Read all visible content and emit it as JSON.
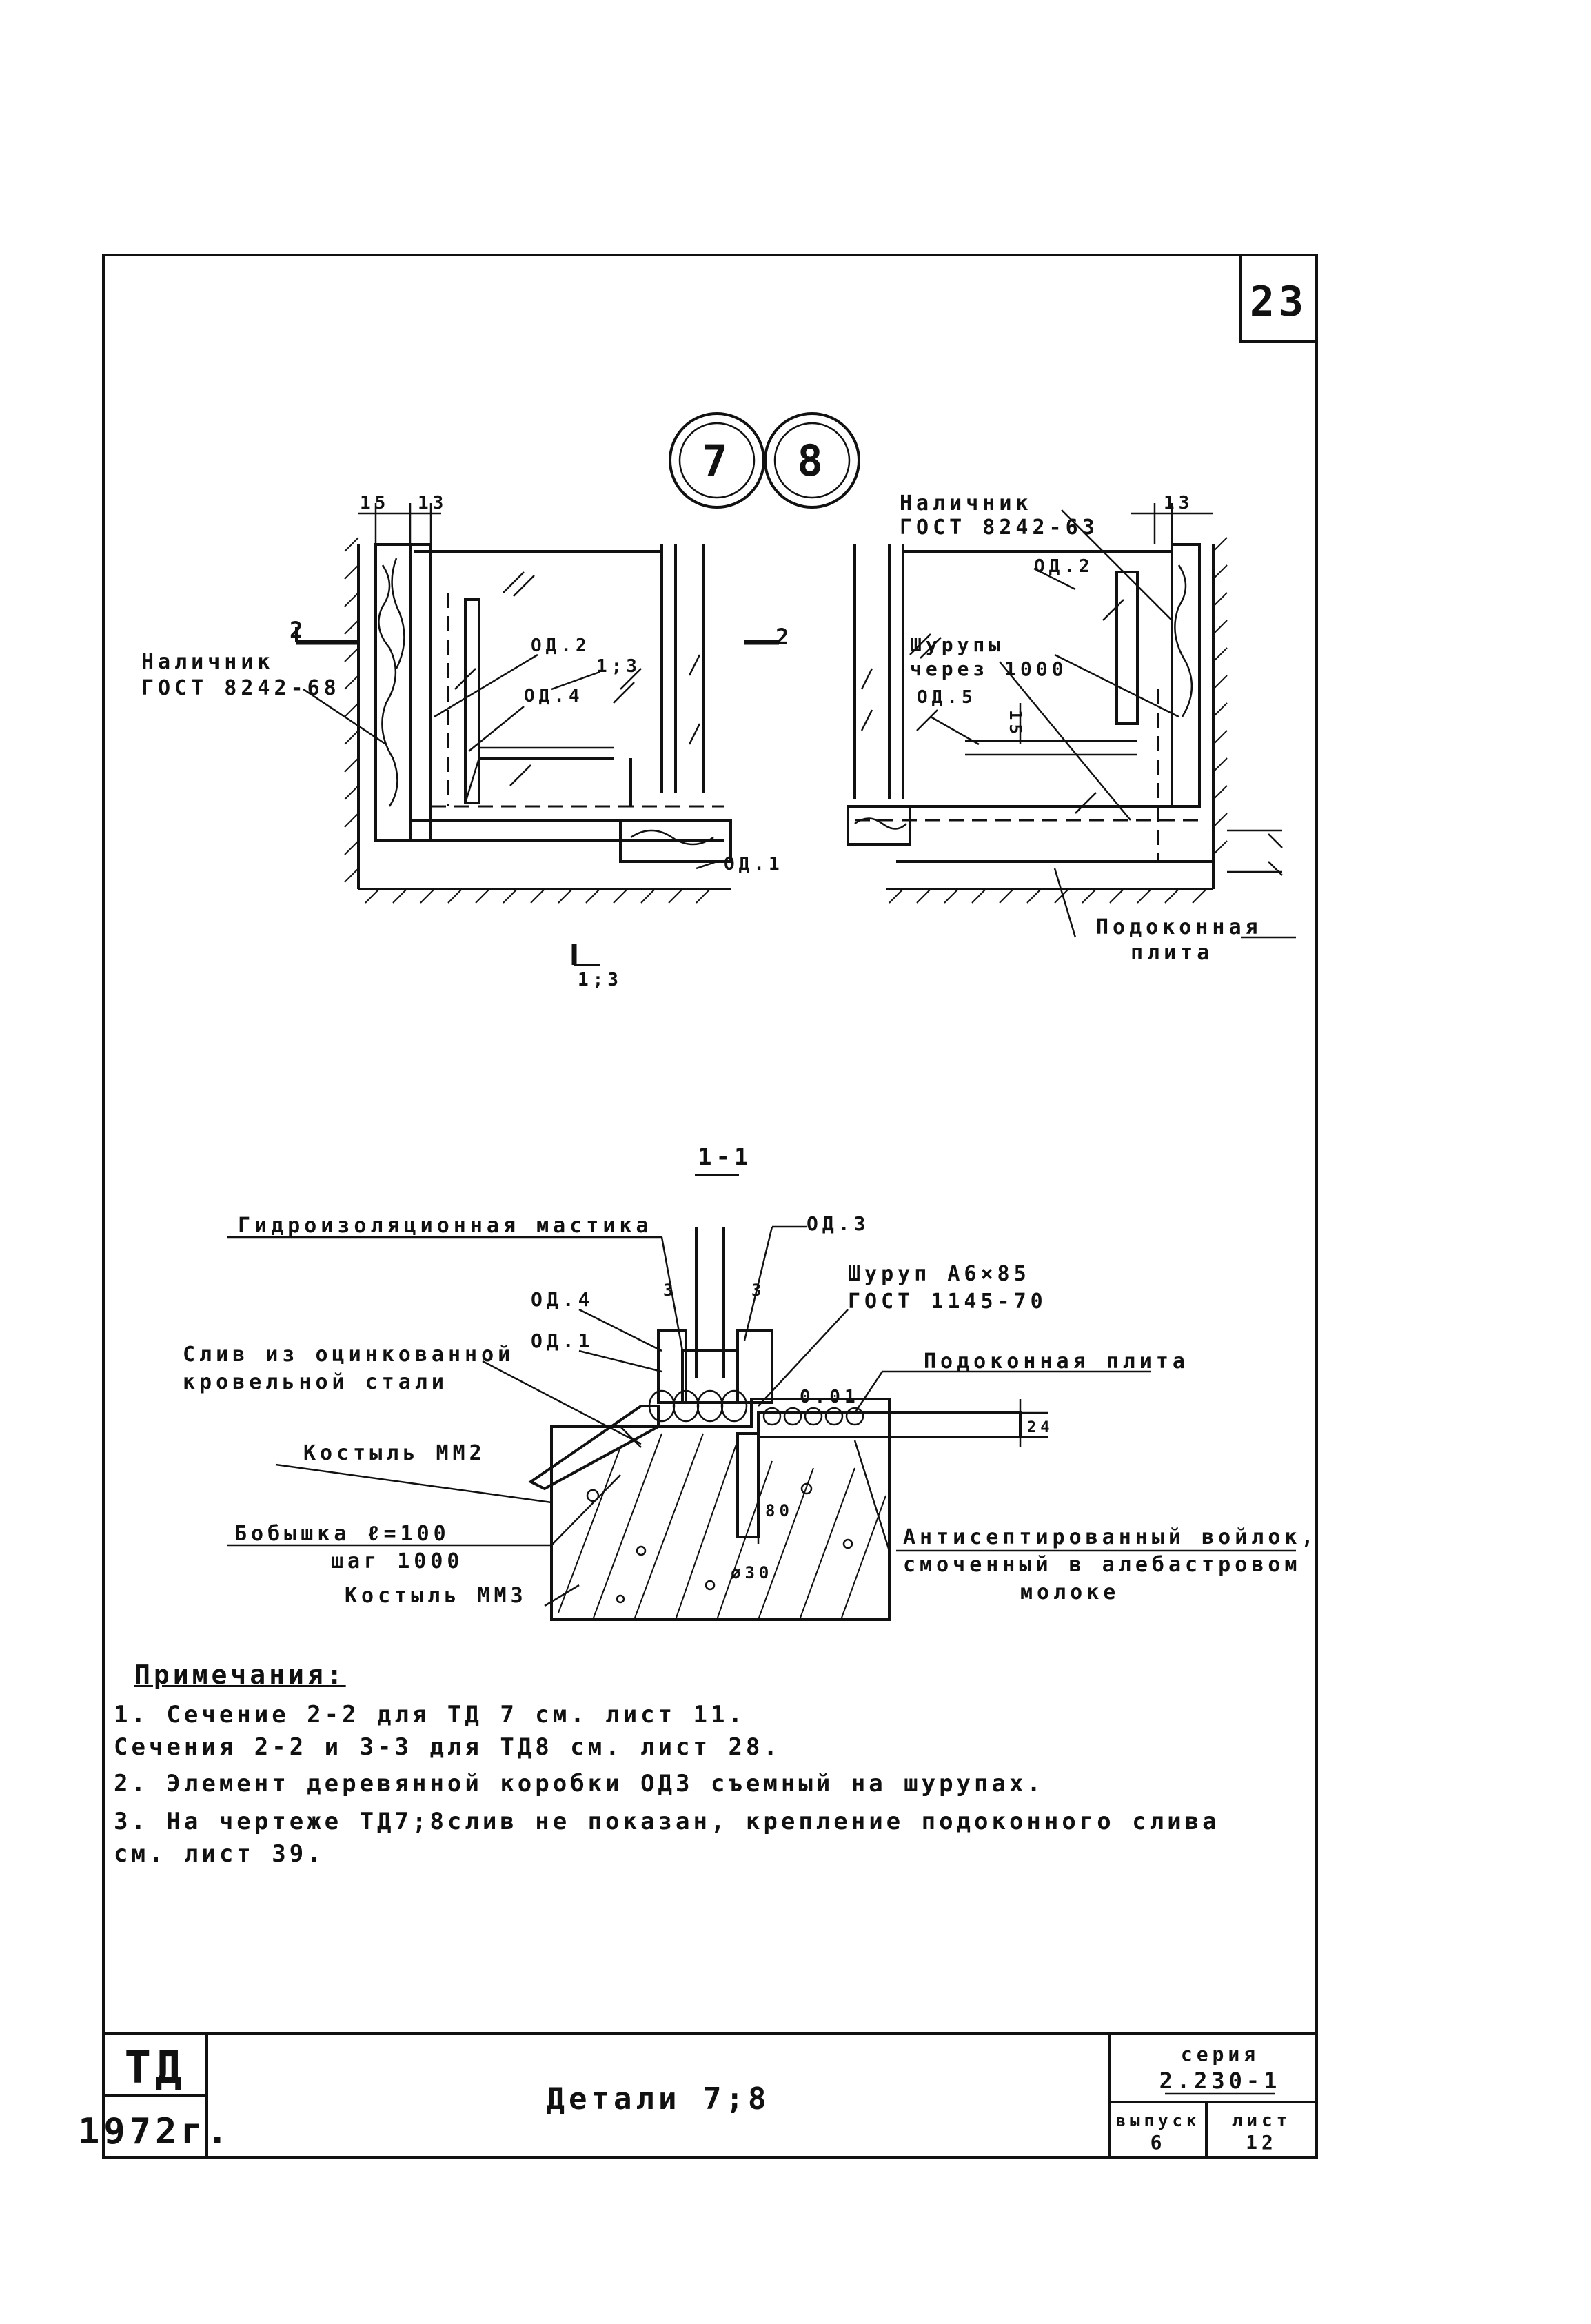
{
  "sheet": {
    "page_number": "23",
    "detail_markers": [
      "7",
      "8"
    ],
    "title": "Детали 7;8",
    "org": "ТД",
    "year": "1972г.",
    "series_label": "серия",
    "series_value": "2.230-1",
    "issue_label": "выпуск",
    "issue_value": "6",
    "sheet_label": "лист",
    "sheet_value": "12"
  },
  "plan_left": {
    "dims": [
      "15",
      "13"
    ],
    "section_marks": [
      "2",
      "2",
      "1;3"
    ],
    "label_trim": [
      "Наличник",
      "ГОСТ 8242-68"
    ],
    "labels": [
      "ОД.2",
      "ОД.4",
      "1;3",
      "ОД.1"
    ]
  },
  "plan_right": {
    "dims": [
      "13",
      "15"
    ],
    "label_trim": [
      "Наличник",
      "ГОСТ 8242-63"
    ],
    "label_screws": [
      "Шурупы",
      "через 1000"
    ],
    "labels": [
      "ОД.2",
      "ОД.5"
    ],
    "label_sill": [
      "Подоконная",
      "плита"
    ]
  },
  "section": {
    "title": "1-1",
    "labels": {
      "mastic": "Гидроизоляционная мастика",
      "od3": "ОД.3",
      "dim_left": "3",
      "dim_right": "3",
      "screw": [
        "Шуруп А6×85",
        "ГОСТ 1145-70"
      ],
      "od4": "ОД.4",
      "od1": "ОД.1",
      "drip": [
        "Слив из оцинкованной",
        "кровельной стали"
      ],
      "sill_plate": "Подоконная плита",
      "od01": "0.01",
      "nail2": "Костыль ММ2",
      "dim_h": "24",
      "dowel": [
        "Бобышка ℓ=100",
        "шаг 1000"
      ],
      "nail3": "Костыль ММ3",
      "felt": [
        "Антисептированный войлок,",
        "смоченный в алебастровом",
        "молоке"
      ],
      "dim_v": "80",
      "dim_d": "ø30"
    }
  },
  "notes": {
    "heading": "Примечания:",
    "items": [
      "1. Сечение 2-2 для ТД 7   см. лист 11.",
      "   Сечения 2-2 и 3-3 для ТД8 см. лист 28.",
      "2. Элемент деревянной коробки ОД3 съемный на шурупах.",
      "3. На чертеже ТД7;8слив не показан, крепление подоконного слива",
      "   см. лист 39."
    ]
  }
}
